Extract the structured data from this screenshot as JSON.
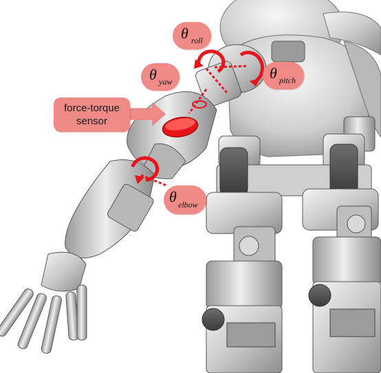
{
  "figure": {
    "colors": {
      "accent": "#e8141a",
      "label_fill": "#ef8a86",
      "metal": "#c8c8c8"
    },
    "labels": {
      "roll": {
        "symbol": "θ",
        "sub": "roll"
      },
      "yaw": {
        "symbol": "θ",
        "sub": "yaw"
      },
      "pitch": {
        "symbol": "θ",
        "sub": "pitch"
      },
      "elbow": {
        "symbol": "θ",
        "sub": "elbow"
      }
    },
    "sensor_callout": {
      "line1": "force-torque",
      "line2": "sensor"
    }
  }
}
